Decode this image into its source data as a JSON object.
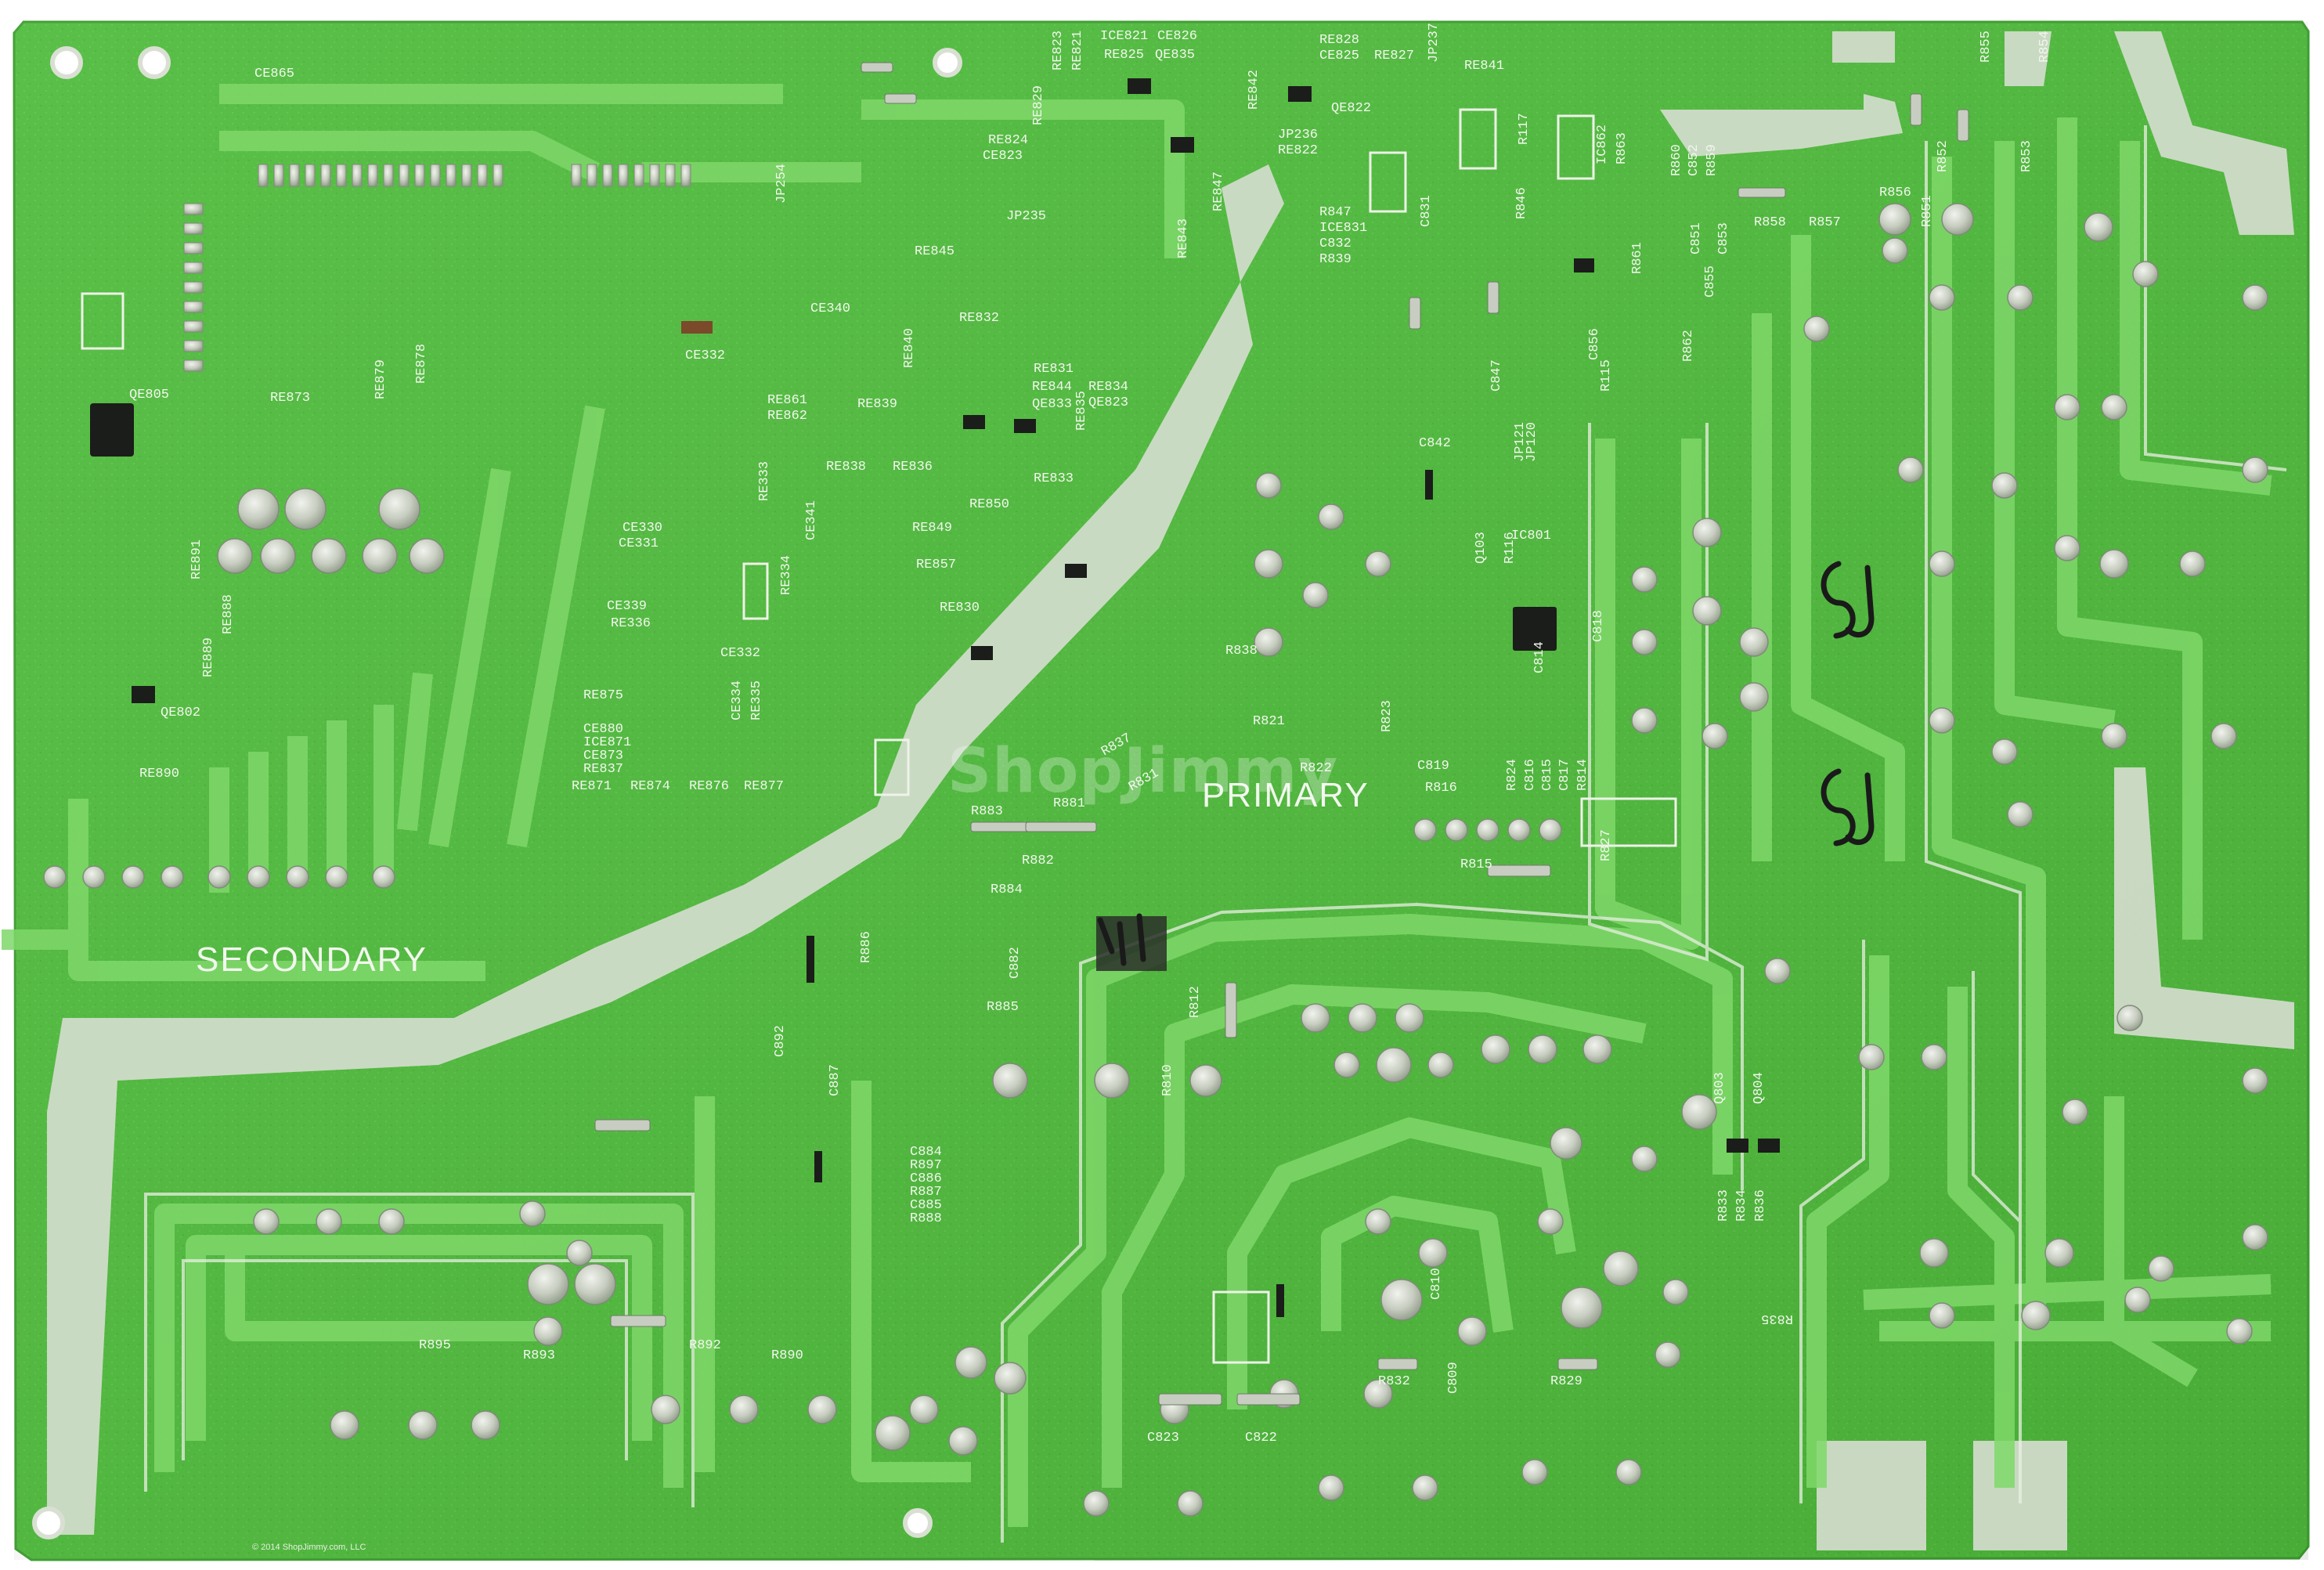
{
  "image": {
    "subject": "printed-circuit-board-solder-side",
    "colors": {
      "board": "#4fbb3c",
      "board_dark": "#3aa32c",
      "trace": "#5cc948",
      "silkscreen": "#f2f6ee",
      "pad": "#c9cfc2",
      "hand_ink": "#1a1a1a"
    }
  },
  "labels": {
    "secondary": "SECONDARY",
    "primary": "PRIMARY",
    "watermark": "ShopJimmy",
    "copyright": "© 2014 ShopJimmy.com, LLC",
    "handwritten_1": "SJ",
    "handwritten_2": "SJ"
  },
  "designators": [
    "CE865",
    "QE805",
    "RE873",
    "RE879",
    "RE878",
    "JP254",
    "ICE821",
    "CE826",
    "RE825",
    "QE835",
    "RE823",
    "RE821",
    "RE829",
    "RE824",
    "CE823",
    "RE842",
    "RE847",
    "RE843",
    "JP235",
    "RE828",
    "CE825",
    "RE827",
    "QE822",
    "JP237",
    "RE841",
    "JP236",
    "RE822",
    "R117",
    "R846",
    "IC862",
    "R863",
    "R860",
    "C852",
    "R859",
    "R855",
    "R854",
    "R853",
    "R852",
    "R851",
    "R856",
    "R858",
    "R857",
    "C831",
    "R847",
    "ICE831",
    "C832",
    "R839",
    "CE340",
    "CE332",
    "RE861",
    "RE862",
    "RE845",
    "RE832",
    "RE831",
    "RE844",
    "QE833",
    "RE834",
    "QE823",
    "RE835",
    "RE839",
    "RE840",
    "RE838",
    "RE836",
    "RE833",
    "RE849",
    "RE850",
    "RE857",
    "RE830",
    "CE330",
    "CE331",
    "CE339",
    "RE336",
    "CE332",
    "CE334",
    "RE335",
    "RE333",
    "RE334",
    "CE341",
    "RE875",
    "CE880",
    "ICE871",
    "CE873",
    "RE837",
    "RE871",
    "RE874",
    "RE876",
    "RE877",
    "RE891",
    "RE888",
    "RE889",
    "QE802",
    "RE890",
    "C842",
    "C847",
    "Q103",
    "R116",
    "JP120",
    "JP121",
    "IC801",
    "C818",
    "C814",
    "C816",
    "C815",
    "C817",
    "R824",
    "R814",
    "R823",
    "C819",
    "R816",
    "R838",
    "R837",
    "R821",
    "R822",
    "R831",
    "R883",
    "R881",
    "R882",
    "R884",
    "R886",
    "C882",
    "R885",
    "C892",
    "C887",
    "C884",
    "R897",
    "C886",
    "R887",
    "C885",
    "R888",
    "R810",
    "R812",
    "R827",
    "R815",
    "Q803",
    "Q804",
    "R833",
    "R834",
    "R836",
    "C810",
    "C809",
    "R832",
    "R829",
    "C823",
    "C822",
    "R835",
    "R895",
    "R893",
    "R892",
    "R890",
    "R115",
    "C855",
    "C853",
    "C851",
    "R862",
    "C856",
    "R861"
  ]
}
